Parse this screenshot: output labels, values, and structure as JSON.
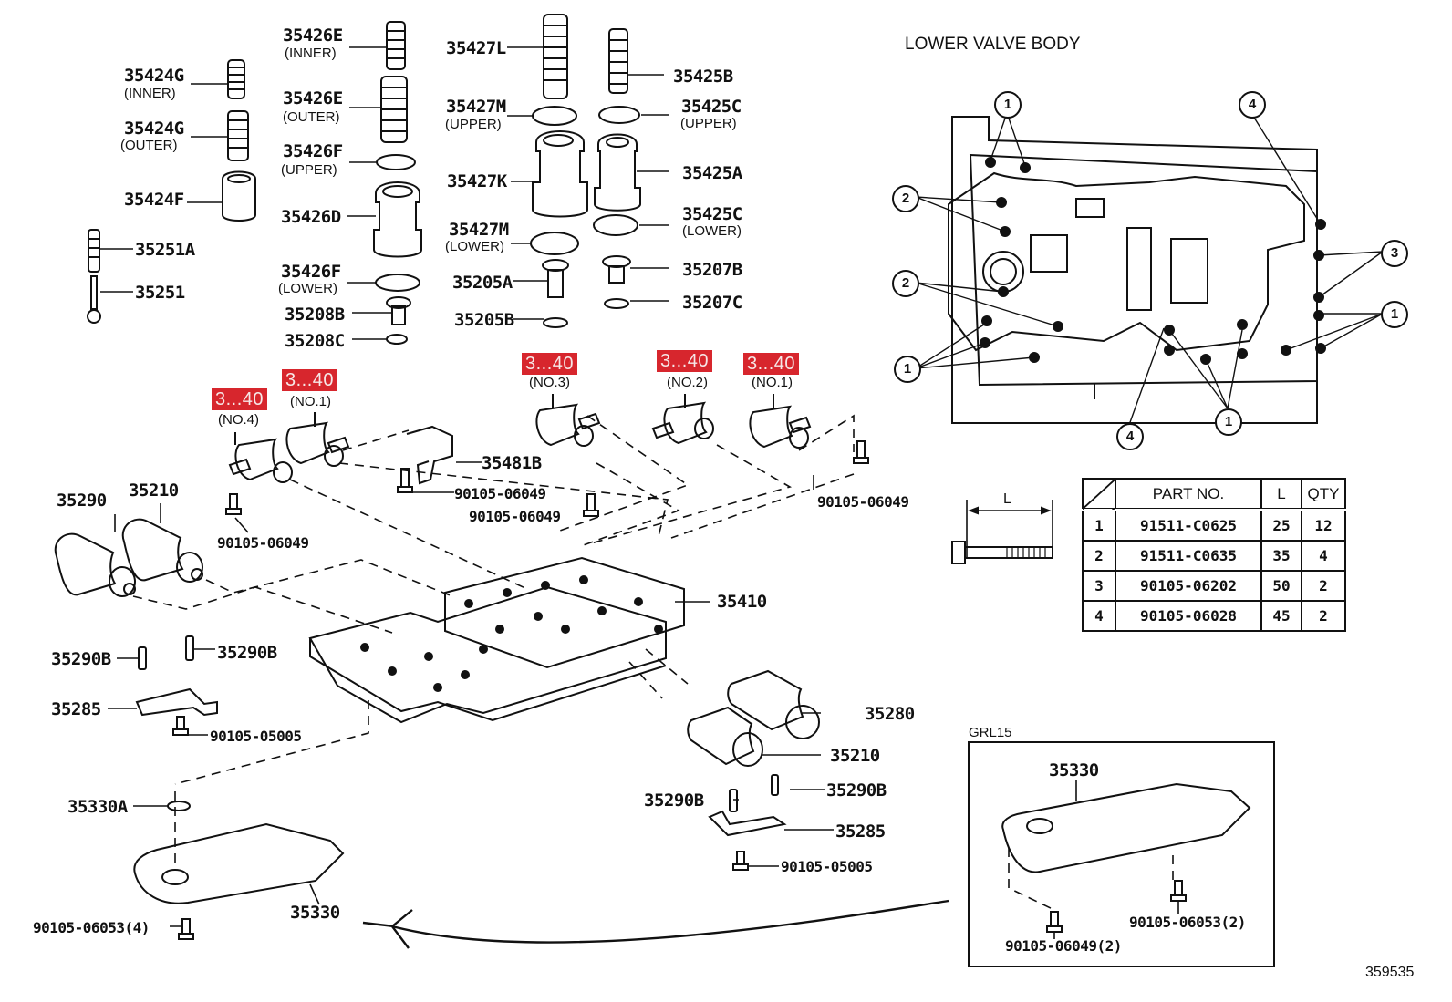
{
  "section_title": "LOWER VALVE BODY",
  "illustration_code": "359535",
  "inset": {
    "title": "GRL15",
    "labels": {
      "pan": "35330",
      "bolt_a": "90105-06049(2)",
      "bolt_b": "90105-06053(2)"
    }
  },
  "red_labels": {
    "no4": "3...40",
    "no1_left": "3...40",
    "no3": "3...40",
    "no2": "3...40",
    "no1_right": "3...40"
  },
  "solenoid_tags": {
    "no4": "(NO.4)",
    "no1_left": "(NO.1)",
    "no3": "(NO.3)",
    "no2": "(NO.2)",
    "no1_right": "(NO.1)"
  },
  "parts": {
    "p35424g_inner": {
      "num": "35424G",
      "note": "(INNER)"
    },
    "p35424g_outer": {
      "num": "35424G",
      "note": "(OUTER)"
    },
    "p35424f": {
      "num": "35424F"
    },
    "p35251a": {
      "num": "35251A"
    },
    "p35251": {
      "num": "35251"
    },
    "p35426e_inner": {
      "num": "35426E",
      "note": "(INNER)"
    },
    "p35426e_outer": {
      "num": "35426E",
      "note": "(OUTER)"
    },
    "p35426f_upper": {
      "num": "35426F",
      "note": "(UPPER)"
    },
    "p35426d": {
      "num": "35426D"
    },
    "p35426f_lower": {
      "num": "35426F",
      "note": "(LOWER)"
    },
    "p35208b": {
      "num": "35208B"
    },
    "p35208c": {
      "num": "35208C"
    },
    "p35427l": {
      "num": "35427L"
    },
    "p35427m_upper": {
      "num": "35427M",
      "note": "(UPPER)"
    },
    "p35427k": {
      "num": "35427K"
    },
    "p35427m_lower": {
      "num": "35427M",
      "note": "(LOWER)"
    },
    "p35205a": {
      "num": "35205A"
    },
    "p35205b": {
      "num": "35205B"
    },
    "p35425b": {
      "num": "35425B"
    },
    "p35425c_upper": {
      "num": "35425C",
      "note": "(UPPER)"
    },
    "p35425a": {
      "num": "35425A"
    },
    "p35425c_lower": {
      "num": "35425C",
      "note": "(LOWER)"
    },
    "p35207b": {
      "num": "35207B"
    },
    "p35207c": {
      "num": "35207C"
    },
    "p35481b": {
      "num": "35481B"
    },
    "bolt_bracket": {
      "num": "90105-06049"
    },
    "bolt_no3": {
      "num": "90105-06049"
    },
    "bolt_no1r": {
      "num": "90105-06049"
    },
    "bolt_no4": {
      "num": "90105-06049"
    },
    "p35290": {
      "num": "35290"
    },
    "p35210_left": {
      "num": "35210"
    },
    "p35410": {
      "num": "35410"
    },
    "p35290b_l1": {
      "num": "35290B"
    },
    "p35290b_l2": {
      "num": "35290B"
    },
    "p35285_left": {
      "num": "35285"
    },
    "bolt_05005_left": {
      "num": "90105-05005"
    },
    "p35280": {
      "num": "35280"
    },
    "p35210_right": {
      "num": "35210"
    },
    "p35290b_r1": {
      "num": "35290B"
    },
    "p35290b_r2": {
      "num": "35290B"
    },
    "p35285_right": {
      "num": "35285"
    },
    "bolt_05005_right": {
      "num": "90105-05005"
    },
    "p35330a": {
      "num": "35330A"
    },
    "p35330": {
      "num": "35330"
    },
    "bolt_06053_4": {
      "num": "90105-06053(4)"
    }
  },
  "bolt_dimension_label": "L",
  "bolt_table": {
    "headers": [
      "",
      "PART NO.",
      "L",
      "QTY"
    ],
    "rows": [
      [
        "1",
        "91511-C0625",
        "25",
        "12"
      ],
      [
        "2",
        "91511-C0635",
        "35",
        "4"
      ],
      [
        "3",
        "90105-06202",
        "50",
        "2"
      ],
      [
        "4",
        "90105-06028",
        "45",
        "2"
      ]
    ]
  },
  "callouts": [
    "1",
    "4",
    "2",
    "3",
    "2",
    "1",
    "1",
    "4",
    "1"
  ]
}
